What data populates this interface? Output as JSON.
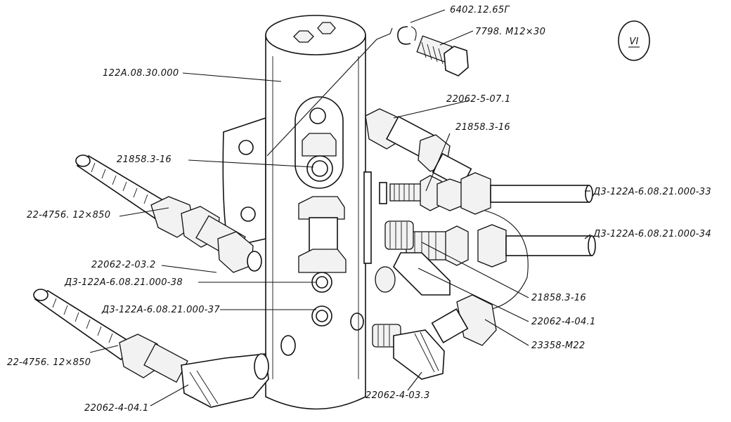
{
  "diagram": {
    "sheet_mark": "VI",
    "labels": {
      "top_ring": "6402.12.65Г",
      "top_bolt": "7798. M12×30",
      "body": "122A.08.30.000",
      "fitting_upper_right": "22062-5-07.1",
      "nipple_upper_right": "21858.3-16",
      "nipple_left": "21858.3-16",
      "pipe_upper_left": "22-4756. 12×850",
      "pipe_right_1": "Д3-122А-6.08.21.000-33",
      "pipe_right_2": "Д3-122А-6.08.21.000-34",
      "fitting_left": "22062-2-03.2",
      "tube_38": "Д3-122А-6.08.21.000-38",
      "tube_37": "Д3-122А-6.08.21.000-37",
      "nipple_lower_right": "21858.3-16",
      "fitting_lower_right": "22062-4-04.1",
      "nut_lower_right": "23358-M22",
      "pipe_lower_left": "22-4756. 12×850",
      "elbow_lower_left": "22062-4-04.1",
      "elbow_lower_right": "22062-4-03.3"
    }
  }
}
